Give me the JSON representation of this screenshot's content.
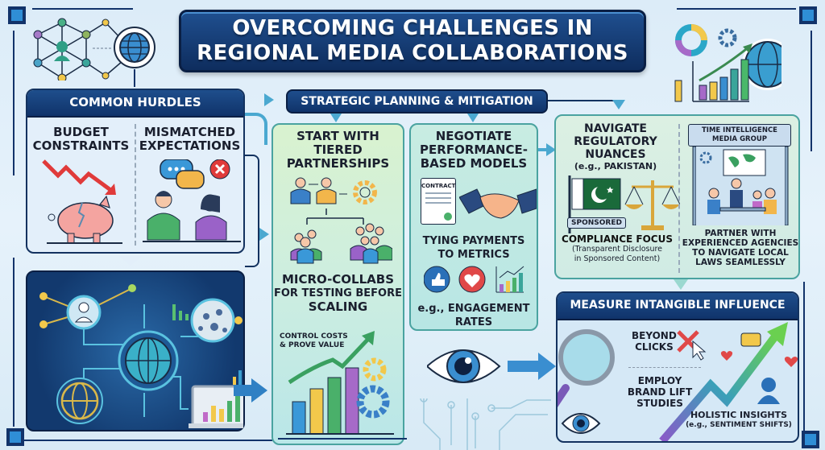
{
  "title": {
    "line1": "OVERCOMING CHALLENGES IN",
    "line2": "REGIONAL MEDIA COLLABORATIONS"
  },
  "hurdles": {
    "header": "COMMON HURDLES",
    "items": [
      {
        "line1": "BUDGET",
        "line2": "CONSTRAINTS",
        "icon": "broken-piggy-bank-icon"
      },
      {
        "line1": "MISMATCHED",
        "line2": "EXPECTATIONS",
        "icon": "conversation-conflict-icon"
      }
    ]
  },
  "network_panel": {
    "icons": [
      "person-node-icon",
      "network-node-icon",
      "globe-icon",
      "globe-gold-icon",
      "laptop-chart-icon"
    ]
  },
  "strategic": {
    "header": "STRATEGIC PLANNING & MITIGATION",
    "tiered": {
      "title1": "START WITH",
      "title2": "TIERED",
      "title3": "PARTNERSHIPS",
      "micro1": "MICRO-COLLABS",
      "micro2": "FOR TESTING BEFORE",
      "micro3": "SCALING",
      "note1": "CONTROL COSTS",
      "note2": "& PROVE VALUE"
    },
    "performance": {
      "title1": "NEGOTIATE",
      "title2": "PERFORMANCE-",
      "title3": "BASED MODELS",
      "contract_label": "CONTRACT",
      "tying1": "TYING PAYMENTS",
      "tying2": "TO METRICS",
      "eg1": "e.g., ENGAGEMENT",
      "eg2": "RATES"
    }
  },
  "regulatory": {
    "title1": "NAVIGATE",
    "title2": "REGULATORY",
    "title3": "NUANCES",
    "title4": "(e.g., PAKISTAN)",
    "sponsored_tag": "SPONSORED",
    "compliance": "COMPLIANCE FOCUS",
    "compliance_sub1": "(Transparent Disclosure",
    "compliance_sub2": "in Sponsored Content)",
    "agency_sign1": "TIME INTELLIGENCE",
    "agency_sign2": "MEDIA GROUP",
    "partner1": "PARTNER WITH",
    "partner2": "EXPERIENCED AGENCIES",
    "partner3": "TO NAVIGATE LOCAL",
    "partner4": "LAWS SEAMLESSLY"
  },
  "measure": {
    "header": "MEASURE INTANGIBLE INFLUENCE",
    "beyond1": "BEYOND",
    "beyond2": "CLICKS",
    "employ1": "EMPLOY",
    "employ2": "BRAND LIFT",
    "employ3": "STUDIES",
    "holistic1": "HOLISTIC INSIGHTS",
    "holistic2": "(e.g., SENTIMENT SHIFTS)"
  },
  "colors": {
    "navy": "#13325f",
    "teal_border": "#4aa3a0",
    "arrow_blue": "#2f80c4",
    "background": "#dcecf8"
  }
}
